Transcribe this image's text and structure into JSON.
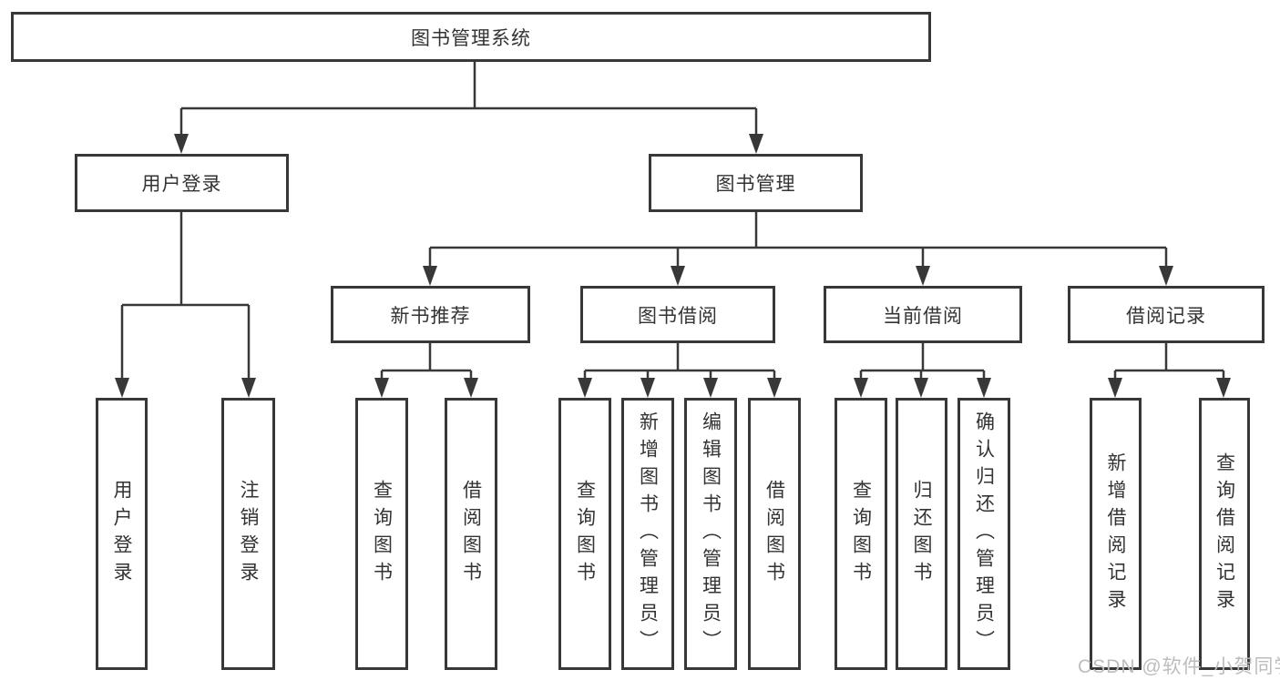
{
  "diagram": {
    "root": {
      "label": "图书管理系统"
    },
    "branches": [
      {
        "label": "用户登录",
        "children": [
          {
            "label": "用户登录"
          },
          {
            "label": "注销登录"
          }
        ]
      },
      {
        "label": "图书管理",
        "children": [
          {
            "label": "新书推荐",
            "children": [
              {
                "label": "查询图书"
              },
              {
                "label": "借阅图书"
              }
            ]
          },
          {
            "label": "图书借阅",
            "children": [
              {
                "label": "查询图书"
              },
              {
                "label": "新增图书（管理员）"
              },
              {
                "label": "编辑图书（管理员）"
              },
              {
                "label": "借阅图书"
              }
            ]
          },
          {
            "label": "当前借阅",
            "children": [
              {
                "label": "查询图书"
              },
              {
                "label": "归还图书"
              },
              {
                "label": "确认归还（管理员）"
              }
            ]
          },
          {
            "label": "借阅记录",
            "children": [
              {
                "label": "新增借阅记录"
              },
              {
                "label": "查询借阅记录"
              }
            ]
          }
        ]
      }
    ]
  },
  "watermark": {
    "text": "CSDN @软件_小贺同学"
  },
  "colors": {
    "line": "#383838",
    "text": "#333333",
    "watermark": "#bdbdbd"
  }
}
